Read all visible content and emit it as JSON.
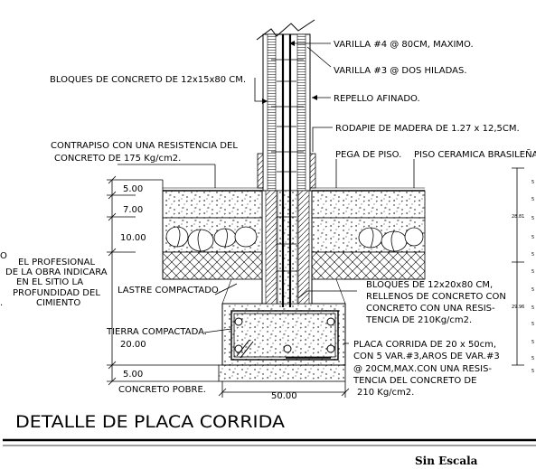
{
  "labels": {
    "varilla4": "VARILLA #4 @ 80CM, MAXIMO.",
    "varilla3": "VARILLA #3 @ DOS HILADAS.",
    "bloques_muro": "BLOQUES DE CONCRETO DE 12x15x80 CM.",
    "repello": "REPELLO AFINADO.",
    "rodapie": "RODAPIE DE MADERA DE 1.27 x 12,5CM.",
    "contrapiso_1": "CONTRAPISO CON UNA RESISTENCIA DEL",
    "contrapiso_2": "CONCRETO DE 175 Kg/cm2.",
    "pega": "PEGA DE PISO.",
    "piso": "PISO CERAMICA BRASILEÑA",
    "nota_1": "O",
    "nota_2": "EL PROFESIONAL",
    "nota_3": "DE LA OBRA INDICARA",
    "nota_4": "EN EL SITIO LA",
    "nota_5": "PROFUNDIDAD DEL",
    "nota_6": "CIMIENTO",
    "nota_7": ".",
    "lastre": "LASTRE COMPACTADO.",
    "tierra": "TIERRA COMPACTADA.",
    "bloques_rell_1": "BLOQUES DE 12x20x80 CM,",
    "bloques_rell_2": "RELLENOS DE CONCRETO CON",
    "bloques_rell_3": "CONCRETO CON UNA RESIS-",
    "bloques_rell_4": "TENCIA DE 210Kg/cm2.",
    "placa_1": "PLACA CORRIDA DE 20 x 50cm,",
    "placa_2": "CON 5 VAR.#3,AROS    DE VAR.#3",
    "placa_3": "@ 20CM,MAX.CON UNA RESIS-",
    "placa_4": "TENCIA DEL CONCRETO DE",
    "placa_5": "210 Kg/cm2.",
    "concreto_pobre": "CONCRETO POBRE."
  },
  "dimensions": {
    "d1": "5.00",
    "d2": "7.00",
    "d3": "10.00",
    "d4": "20.00",
    "d5": "5.00",
    "width": "50.00",
    "right_1": "28.81",
    "right_2": "29.96"
  },
  "right_ticks": [
    "5",
    "5",
    "5",
    "5",
    "5",
    "5",
    "5",
    "5",
    "5",
    "5",
    "5",
    "5"
  ],
  "title": "DETALLE DE PLACA CORRIDA",
  "scale": "Sin Escala"
}
